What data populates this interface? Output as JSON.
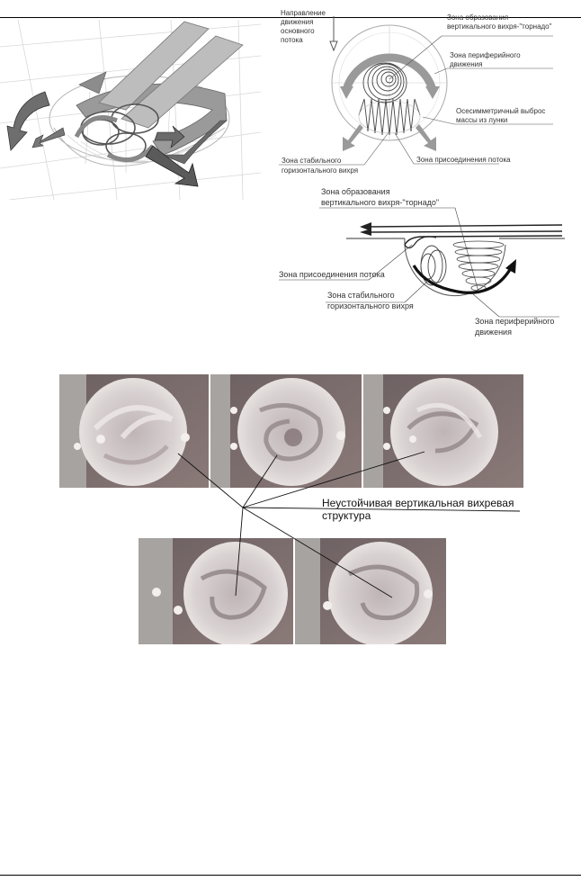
{
  "fig_top_right": {
    "flow_direction": [
      "Направление",
      "движения",
      "основного",
      "потока"
    ],
    "tornado_zone": [
      "Зона образования",
      "вертикального вихря-\"торнадо\""
    ],
    "peripheral_zone": [
      "Зона периферийного",
      "движения"
    ],
    "axisymmetric_ejection": [
      "Осесимметричный выброс",
      "массы из лунки"
    ],
    "stable_vortex_zone": [
      "Зона стабильного",
      "горизонтального вихря"
    ],
    "attachment_zone": "Зона присоединения потока"
  },
  "fig_mid_right": {
    "tornado_zone": [
      "Зона образования",
      "вертикального вихря-\"торнадо\""
    ],
    "attachment_zone": "Зона присоединения потока",
    "stable_vortex_zone": [
      "Зона стабильного",
      "горизонтального вихря"
    ],
    "peripheral_zone": [
      "Зона периферийного",
      "движения"
    ]
  },
  "photo_panel": {
    "caption": [
      "Неустойчивая вертикальная вихревая",
      "структура"
    ]
  }
}
